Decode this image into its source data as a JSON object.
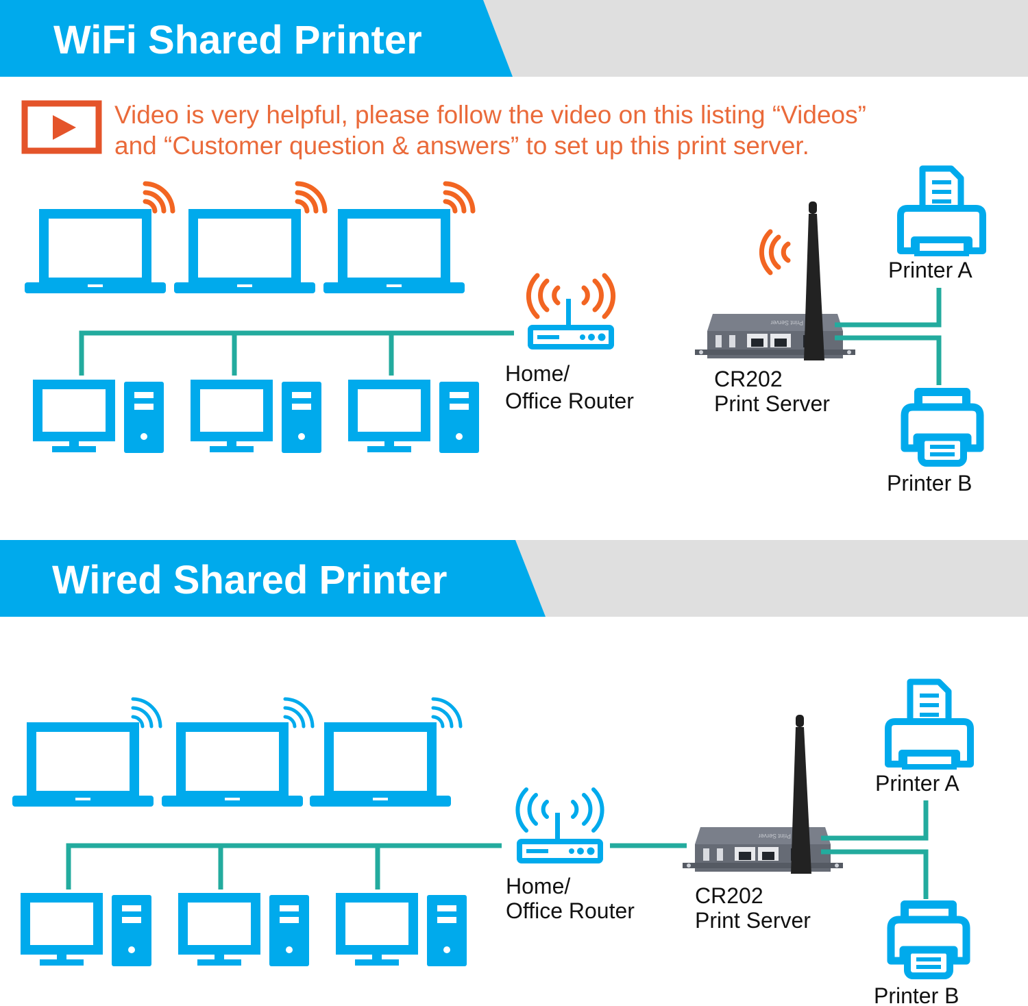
{
  "colors": {
    "accent_blue": "#00aaec",
    "banner_gray": "#dfdfdf",
    "wire_teal": "#23ab9e",
    "wifi_orange": "#f26522",
    "note_orange": "#ea6a3a",
    "device_gray": "#6a6f7a"
  },
  "note": {
    "icon": "play-video-icon",
    "line1": "Video is very helpful, please follow the video on this listing  “Videos”",
    "line2": "and  “Customer question & answers”  to set up this print server."
  },
  "sections": [
    {
      "title": "WiFi Shared Printer",
      "router_label": [
        "Home/",
        "Office Router"
      ],
      "server_label": [
        "CR202",
        "Print Server"
      ],
      "printer_a_label": "Printer A",
      "printer_b_label": "Printer B",
      "link_router_server": "wifi"
    },
    {
      "title": "Wired Shared Printer",
      "router_label": [
        "Home/",
        "Office Router"
      ],
      "server_label": [
        "CR202",
        "Print Server"
      ],
      "printer_a_label": "Printer A",
      "printer_b_label": "Printer B",
      "link_router_server": "wired"
    }
  ]
}
